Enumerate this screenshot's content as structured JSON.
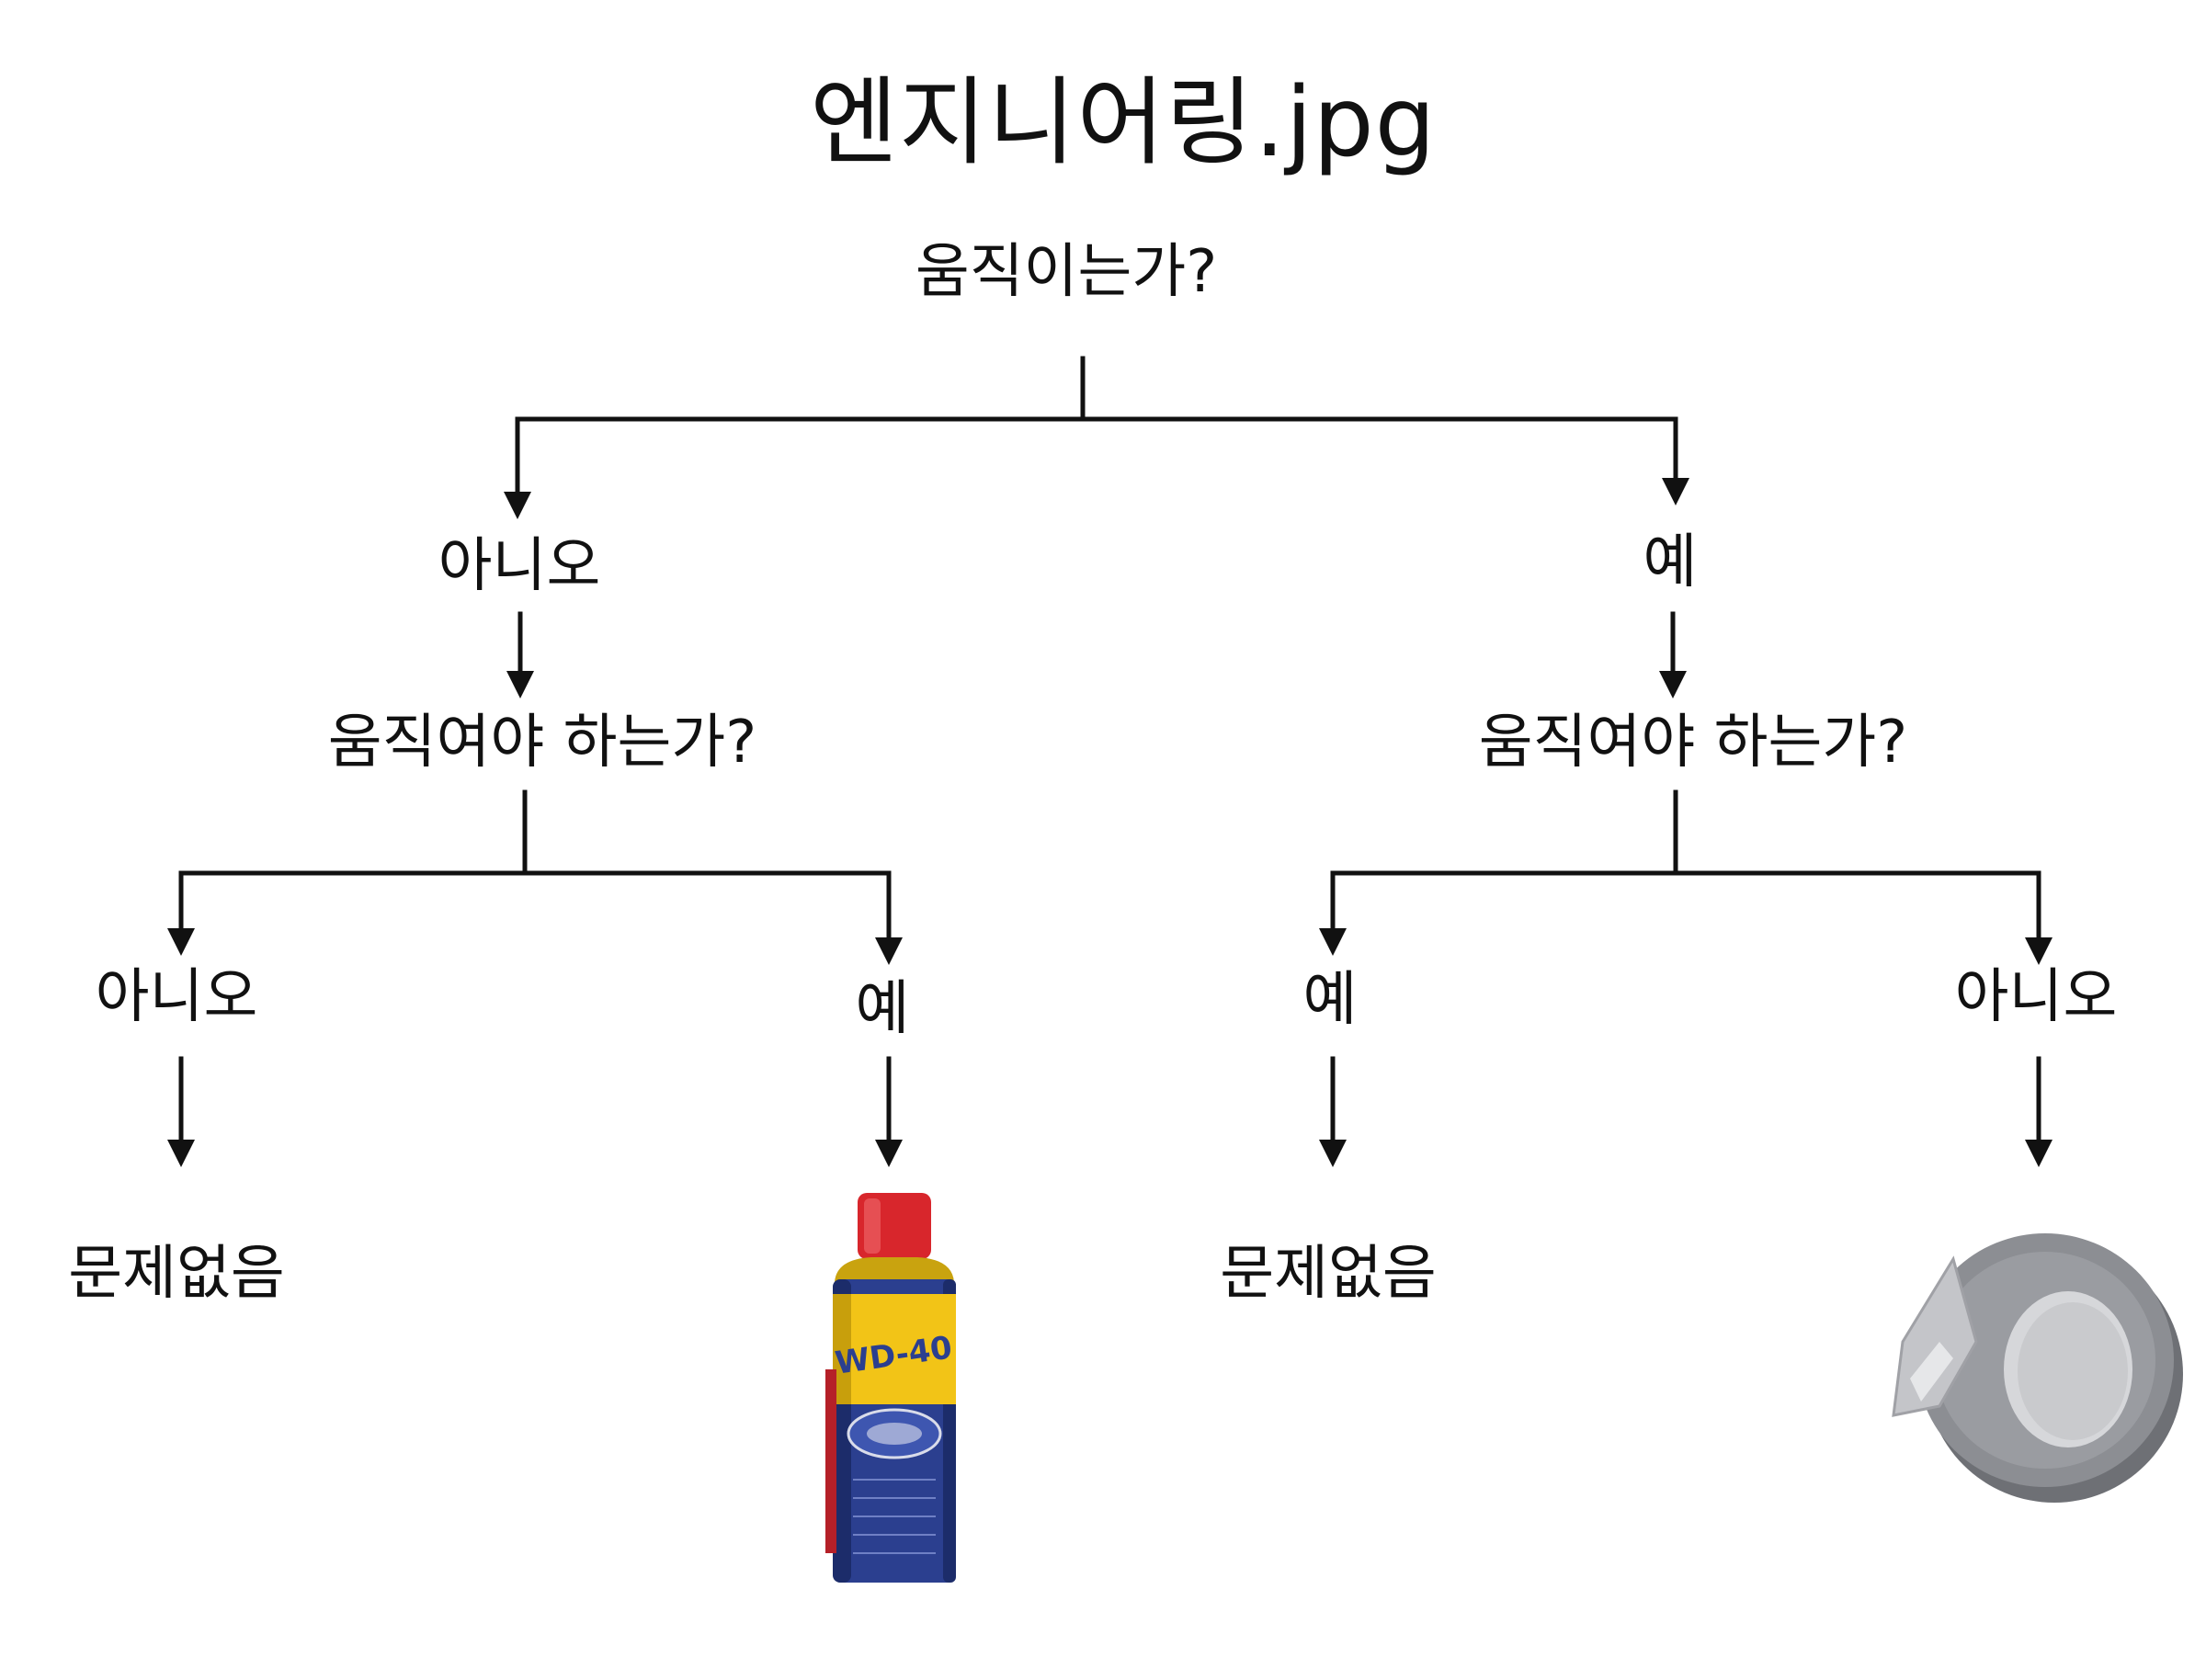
{
  "title": "엔지니어링.jpg",
  "root_question": "움직이는가?",
  "left_branch": {
    "answer": "아니오",
    "question": "움직여야 하는가?",
    "left": {
      "answer": "아니오",
      "result": "문제없음"
    },
    "right": {
      "answer": "예",
      "result_image": "wd40-spray-can-image"
    }
  },
  "right_branch": {
    "answer": "예",
    "question": "움직여야 하는가?",
    "left": {
      "answer": "예",
      "result": "문제없음"
    },
    "right": {
      "answer": "아니오",
      "result_image": "duct-tape-roll-image"
    }
  },
  "wd40_label": "WD-40",
  "colors": {
    "line": "#111111",
    "can_cap": "#d8262c",
    "can_body": "#2b3f8f",
    "can_band": "#f2c417",
    "tape_outer": "#8c8e93",
    "tape_inner": "#c9cacd"
  }
}
